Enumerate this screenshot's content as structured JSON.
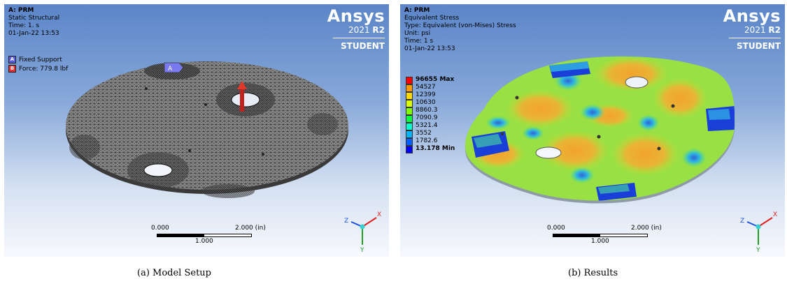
{
  "panels": {
    "setup": {
      "info": {
        "line1": "A: PRM",
        "line2": "Static Structural",
        "line3": "Time: 1. s",
        "line4": "01-Jan-22 13:53"
      },
      "brand": {
        "name": "Ansys",
        "version_prefix": "2021 ",
        "version_bold": "R2",
        "tier": "STUDENT"
      },
      "legend": [
        {
          "key": "A",
          "label": "Fixed Support",
          "color": "#5b5be0"
        },
        {
          "key": "B",
          "label": "Force: 779.8 lbf",
          "color": "#e03030"
        }
      ],
      "marker_label": "A",
      "scale": {
        "start": "0.000",
        "end": "2.000 (in)",
        "mid": "1.000"
      },
      "axes": {
        "x": "X",
        "y": "Y",
        "z": "Z"
      },
      "caption": "(a) Model Setup"
    },
    "results": {
      "info": {
        "line1": "A: PRM",
        "line2": "Equivalent Stress",
        "line3": "Type: Equivalent (von-Mises) Stress",
        "line4": "Unit: psi",
        "line5": "Time: 1 s",
        "line6": "01-Jan-22 13:53"
      },
      "brand": {
        "name": "Ansys",
        "version_prefix": "2021 ",
        "version_bold": "R2",
        "tier": "STUDENT"
      },
      "colorbar": [
        {
          "label": "96655 Max",
          "color": "#ff0000"
        },
        {
          "label": "54527",
          "color": "#ff9a00"
        },
        {
          "label": "12399",
          "color": "#ffd800"
        },
        {
          "label": "10630",
          "color": "#d8ff00"
        },
        {
          "label": "8860.3",
          "color": "#80ff00"
        },
        {
          "label": "7090.9",
          "color": "#00ff40"
        },
        {
          "label": "5321.4",
          "color": "#00ffcc"
        },
        {
          "label": "3552",
          "color": "#00b4ff"
        },
        {
          "label": "1782.6",
          "color": "#0060ff"
        },
        {
          "label": "13.178 Min",
          "color": "#0000ff"
        }
      ],
      "scale": {
        "start": "0.000",
        "end": "2.000 (in)",
        "mid": "1.000"
      },
      "axes": {
        "x": "X",
        "y": "Y",
        "z": "Z"
      },
      "caption": "(b) Results"
    }
  }
}
